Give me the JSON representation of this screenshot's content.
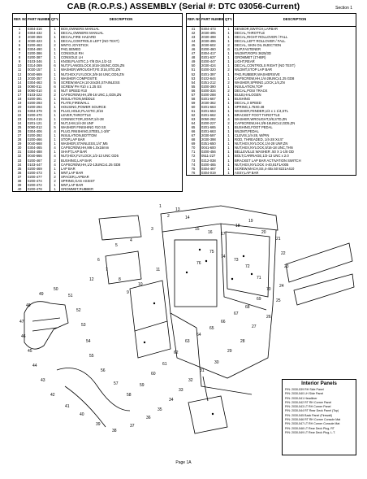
{
  "title": "CAB (R.O.P.S.) ASSEMBLY (Serial #: DTC 03056-Current)",
  "section": "Section 1",
  "headers": {
    "ref": "REF. NO.",
    "part": "PART NUMBER",
    "qty": "QTY.",
    "desc": "DESCRIPTION"
  },
  "left_rows": [
    {
      "ref": "1",
      "part": "0304-316",
      "qty": "1",
      "desc": "BOX,OWNERS MANUAL"
    },
    {
      "ref": "2",
      "part": "0304-432",
      "qty": "1",
      "desc": "DECAL,OWNERS MANUAL"
    },
    {
      "ref": "3",
      "part": "2030-359",
      "qty": "1",
      "desc": "DECAL,FIRE HAZARD"
    },
    {
      "ref": "4",
      "part": "2030-423",
      "qty": "1",
      "desc": "DECAL,CONTROLS LEFT (NO TEXT)"
    },
    {
      "ref": "5",
      "part": "0200-463",
      "qty": "2",
      "desc": "MNTG JOYSTICK"
    },
    {
      "ref": "6",
      "part": "0304-490",
      "qty": "1",
      "desc": "PAD,SEMED"
    },
    {
      "ref": "7",
      "part": "0200-386",
      "qty": "1",
      "desc": "CONSOLE RH"
    },
    {
      "ref": "8",
      "part": "0200-387",
      "qty": "1",
      "desc": "CONSOLE LH"
    },
    {
      "ref": "9",
      "part": "0103-346",
      "qty": "1",
      "desc": "KNOB,PLASTIC,1-7/8 DIA,1/2-13"
    },
    {
      "ref": "10",
      "part": "0314-269",
      "qty": "6",
      "desc": "NUT,FLANGELOCK,5/16-18UNC,GD5,ZN"
    },
    {
      "ref": "11",
      "part": "0030-157",
      "qty": "1",
      "desc": "WASHER,WROUGHT,FE 3/16,STD,ZN"
    },
    {
      "ref": "12",
      "part": "0040-669",
      "qty": "1",
      "desc": "NUT,HEX,FLYLOCK,3/8-16 UNC,GD5,ZN"
    },
    {
      "ref": "13",
      "part": "2030-357",
      "qty": "1",
      "desc": "WASHER COMPOSITE"
    },
    {
      "ref": "14",
      "part": "0304-463",
      "qty": "5",
      "desc": "SCREW,MACH,10-24x3/4,STAINLESS"
    },
    {
      "ref": "15",
      "part": "0090-011",
      "qty": "6",
      "desc": "SCREW PH #10 x 1.25 SS"
    },
    {
      "ref": "16",
      "part": "0090-010",
      "qty": "4",
      "desc": "NUT SPEED #10"
    },
    {
      "ref": "17",
      "part": "0103-222",
      "qty": "2",
      "desc": "CAPSCREW,HH,3/8-16 UNC,1,GD5,ZN"
    },
    {
      "ref": "18",
      "part": "0200-391",
      "qty": "1",
      "desc": "INSULATION,MIDDLE"
    },
    {
      "ref": "19",
      "part": "0200-293",
      "qty": "1",
      "desc": "PLATE,FIREWALL"
    },
    {
      "ref": "20",
      "part": "0200-294",
      "qty": "1",
      "desc": "HOUSING,POWER SOURCE"
    },
    {
      "ref": "21",
      "part": "0304-379",
      "qty": "6",
      "desc": "PLUG,HOLE,PLASTIC,3/16"
    },
    {
      "ref": "22",
      "part": "0200-470",
      "qty": "1",
      "desc": "LEVER,THROTTLE"
    },
    {
      "ref": "23",
      "part": "0314-215",
      "qty": "1",
      "desc": "CONNECTOR,JOINT,1/4-28"
    },
    {
      "ref": "24",
      "part": "0201-121",
      "qty": "2",
      "desc": "NUT,JAM,1/4-28 UNF"
    },
    {
      "ref": "25",
      "part": "0090-012",
      "qty": "5",
      "desc": "WASHER FINISHING #10 SS"
    },
    {
      "ref": "26",
      "part": "0304-406",
      "qty": "4",
      "desc": "PLUG,FINISHING,STEEL,1-3/8\""
    },
    {
      "ref": "27",
      "part": "0200-392",
      "qty": "1",
      "desc": "INSULATION,BOTTOM"
    },
    {
      "ref": "28",
      "part": "0200-466",
      "qty": "1",
      "desc": "STOP,LAP BAR"
    },
    {
      "ref": "29",
      "part": "0040-668",
      "qty": "1",
      "desc": "WASHER,STAINLESS,1/4\",M5"
    },
    {
      "ref": "30",
      "part": "0304-465",
      "qty": "4",
      "desc": "CAPSCREW,HH,M6-1.0x16mm"
    },
    {
      "ref": "31",
      "part": "0304-488",
      "qty": "1",
      "desc": "SHAFT,LAP BAR"
    },
    {
      "ref": "32",
      "part": "0040-666",
      "qty": "4",
      "desc": "NUT,HEX,FLYLOCK,1/2-13 UNC GD5"
    },
    {
      "ref": "33",
      "part": "0200-467",
      "qty": "2",
      "desc": "BUSHING,LAP BAR"
    },
    {
      "ref": "34",
      "part": "0103-447",
      "qty": "4",
      "desc": "CAPSCREW,HH,1/2-13UNCx1.25 GD8"
    },
    {
      "ref": "35",
      "part": "0200-469",
      "qty": "1",
      "desc": "LAP BAR"
    },
    {
      "ref": "36",
      "part": "0200-473",
      "qty": "1",
      "desc": "MNT,LAP BAR"
    },
    {
      "ref": "37",
      "part": "0200-477",
      "qty": "2",
      "desc": "SPACER,LAPBAR"
    },
    {
      "ref": "38",
      "part": "0200-474",
      "qty": "2",
      "desc": "SPRING,GAS ASSIST"
    },
    {
      "ref": "39",
      "part": "0200-472",
      "qty": "1",
      "desc": "MNT,LAP BAR"
    },
    {
      "ref": "40",
      "part": "0200-478",
      "qty": "1",
      "desc": "GROMMET,RUBBER"
    }
  ],
  "right_rows": [
    {
      "ref": "41",
      "part": "0304-473",
      "qty": "1",
      "desc": "SENSOR,SWITCH,LAPBAR"
    },
    {
      "ref": "42",
      "part": "2030-495",
      "qty": "1",
      "desc": "DECAL,THROTTLE"
    },
    {
      "ref": "43",
      "part": "2030-498",
      "qty": "1",
      "desc": "DECAL,RIGHT ROLLOVER / FALL"
    },
    {
      "ref": "44",
      "part": "2030-496",
      "qty": "1",
      "desc": "DECAL,LEFT ROLLOVER / FALL"
    },
    {
      "ref": "45",
      "part": "2030-602",
      "qty": "2",
      "desc": "DECAL, SKIN OIL INJECTION"
    },
    {
      "ref": "46",
      "part": "0200-460",
      "qty": "6",
      "desc": "CLIP,FASTENER"
    },
    {
      "ref": "47",
      "part": "0304-417",
      "qty": "1",
      "desc": "WLDMT,ROPS 3625/3D"
    },
    {
      "ref": "48",
      "part": "0201-637",
      "qty": "1",
      "desc": "GROMMET (1\"HBR)"
    },
    {
      "ref": "49",
      "part": "0200-447",
      "qty": "1",
      "desc": "LIGHT,REAR"
    },
    {
      "ref": "50",
      "part": "2030-424",
      "qty": "1",
      "desc": "DECAL,CONTROLS RIGHT (NO TEXT)"
    },
    {
      "ref": "51",
      "part": "0200-320",
      "qty": "2",
      "desc": "WLDMT,STOP LAP BAR"
    },
    {
      "ref": "52",
      "part": "0201-397",
      "qty": "1",
      "desc": "PAD,RUBBER,WASHERSIVE"
    },
    {
      "ref": "53",
      "part": "0102-644",
      "qty": "1",
      "desc": "CAPSCREW,HH,1/4-28UNCx1.25 GD8"
    },
    {
      "ref": "54",
      "part": "0251-212",
      "qty": "2",
      "desc": "WASHER,SPRING,LOCK,1/4,ZN"
    },
    {
      "ref": "55",
      "part": "0200-390",
      "qty": "1",
      "desc": "INSULATION,TOP"
    },
    {
      "ref": "56",
      "part": "0200-334",
      "qty": "2",
      "desc": "DECAL,POSI TRACK"
    },
    {
      "ref": "57",
      "part": "0200-288",
      "qty": "1",
      "desc": "BULB,HALOGEN"
    },
    {
      "ref": "58",
      "part": "0201-667",
      "qty": "1",
      "desc": "BUSHING"
    },
    {
      "ref": "59",
      "part": "2030-362",
      "qty": "1",
      "desc": "DECAL,3 SPEED"
    },
    {
      "ref": "60",
      "part": "0201-663",
      "qty": "1",
      "desc": "SPRING,1.75X0.48"
    },
    {
      "ref": "61",
      "part": "0201-653",
      "qty": "1",
      "desc": "WASHER,FENDER,1/4 x 1 1/4,STL"
    },
    {
      "ref": "62",
      "part": "0201-662",
      "qty": "1",
      "desc": "BRACKET FOOT THROTTLE"
    },
    {
      "ref": "63",
      "part": "0050-282",
      "qty": "4",
      "desc": "WASHER,WROUGHT,3/8,STD,ZN"
    },
    {
      "ref": "64",
      "part": "0200-227",
      "qty": "2",
      "desc": "CAPSCREW,HH,3/8-16UNCx2,GD5,ZN"
    },
    {
      "ref": "65",
      "part": "0201-665",
      "qty": "1",
      "desc": "BUSHING,FOOT PEDAL"
    },
    {
      "ref": "66",
      "part": "0201-663",
      "qty": "1",
      "desc": "WLDMT,PEDAL"
    },
    {
      "ref": "67",
      "part": "2030-597",
      "qty": "1",
      "desc": "CLEVIS,1/4-28, W/PIN"
    },
    {
      "ref": "68",
      "part": "2030-398",
      "qty": "1",
      "desc": "ROD, THREADED, 1/4-28 X4.5\""
    },
    {
      "ref": "69",
      "part": "0251-650",
      "qty": "1",
      "desc": "NUT,HEX,NYLOCK,1/4-28 UNF,ZN"
    },
    {
      "ref": "70",
      "part": "0041-600",
      "qty": "1",
      "desc": "NUT,HEX,NYLOCK,5/16-18 UNC,THN"
    },
    {
      "ref": "71",
      "part": "0200-456",
      "qty": "1",
      "desc": "BELLEVILLE WASHER .50 X 1-1/8 OD"
    },
    {
      "ref": "72",
      "part": "0511-227",
      "qty": "1",
      "desc": "BOLT,CARRIAGE,1/2-13 UNC x 2.0"
    },
    {
      "ref": "73",
      "part": "0212-038",
      "qty": "1",
      "desc": "BRACKET LAP BAR ACTIVATION SWITCH"
    },
    {
      "ref": "74",
      "part": "0200-465",
      "qty": "1",
      "desc": "NUT,HEX,NYLOCK 4-40,81F1A005"
    },
    {
      "ref": "75",
      "part": "0304-467",
      "qty": "1",
      "desc": "SCREW,MACH,SS,4-40x.50 8221A410"
    },
    {
      "ref": "76",
      "part": "0304-019",
      "qty": "1",
      "desc": "ASSY,LAP BAR"
    }
  ],
  "callouts": [
    "1",
    "2",
    "3",
    "4",
    "5",
    "6",
    "7",
    "8",
    "9",
    "10",
    "11",
    "12",
    "13",
    "14",
    "15",
    "16",
    "17",
    "18",
    "19",
    "20",
    "21",
    "22",
    "23",
    "24",
    "25",
    "26",
    "27",
    "28",
    "29",
    "30",
    "31",
    "32",
    "33",
    "34",
    "35",
    "36",
    "37",
    "38",
    "39",
    "40",
    "41",
    "42",
    "43",
    "44",
    "45",
    "46",
    "47",
    "48",
    "49",
    "50",
    "51",
    "52",
    "53",
    "54",
    "55",
    "56",
    "57",
    "58",
    "59",
    "60",
    "61",
    "62",
    "63",
    "64",
    "65",
    "66",
    "67",
    "68",
    "69",
    "70",
    "71",
    "72",
    "73",
    "74",
    "75",
    "76"
  ],
  "interior_panels": {
    "title": "Interior Panels",
    "items": [
      "P/N: 2030-539 RH Side Panel",
      "P/N: 2030-540 LH Side Panel",
      "P/N: 2030-541 Headliner",
      "P/N: 2030-542 RT RH Corner Panel",
      "P/N: 2030-543 LT RH Corner Panel",
      "P/N: 2030-544 RT Rear Deck Panel (Top)",
      "P/N: 2030-545 Back Panel (Firewall)",
      "P/N: 2030-546 RT RH Corner Console Mat",
      "P/N: 2030-547 LT RH Corner Console Mat",
      "P/N: 2030-548 LT Rear Deck Plug, RT",
      "P/N: 2030-549 LT Rear Deck Plug, L.T."
    ]
  },
  "page_label": "Page 1A"
}
